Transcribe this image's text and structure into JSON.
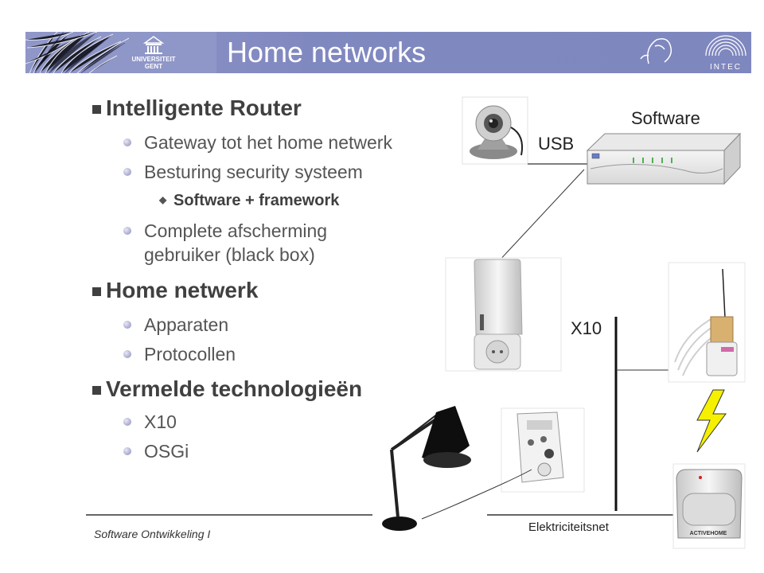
{
  "header": {
    "title": "Home networks",
    "logo_left": [
      "UNIVERSITEIT",
      "GENT"
    ],
    "logo_right": "INTEC"
  },
  "bullets": [
    {
      "text": "Intelligente Router",
      "children": [
        {
          "text": "Gateway tot het home netwerk"
        },
        {
          "text": "Besturing security systeem"
        },
        {
          "text": "Software + framework"
        },
        {
          "text": "Complete afscherming gebruiker (black box)"
        }
      ]
    },
    {
      "text": "Home netwerk",
      "children": [
        {
          "text": "Apparaten"
        },
        {
          "text": "Protocollen"
        }
      ]
    },
    {
      "text": "Vermelde technologieën",
      "children": [
        {
          "text": "X10"
        },
        {
          "text": "OSGi"
        }
      ]
    }
  ],
  "diagram": {
    "software_label": "Software",
    "usb_label": "USB",
    "x10_label": "X10",
    "net_label": "Elektriciteitsnet",
    "device_brand": "ACTIVEHOME"
  },
  "footer": {
    "text": "Software Ontwikkeling I"
  },
  "colors": {
    "header": "#8088c0",
    "text": "#404040",
    "bullet": "#8a8ab8"
  }
}
